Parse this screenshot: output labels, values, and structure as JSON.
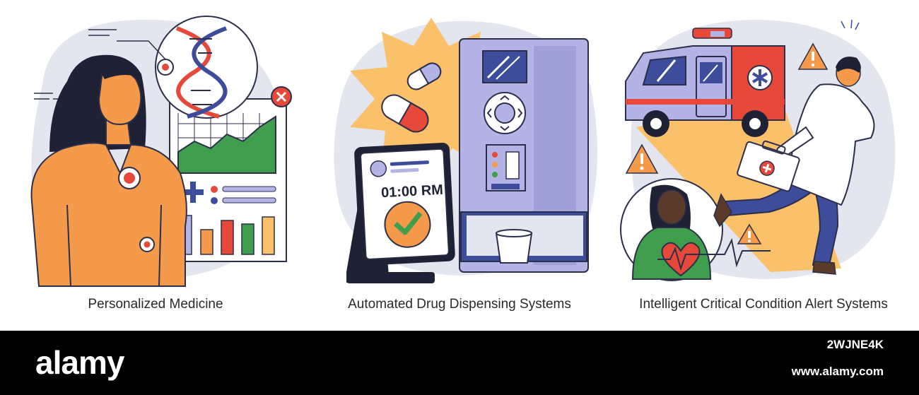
{
  "panels": [
    {
      "caption": "Personalized Medicine"
    },
    {
      "caption": "Automated Drug Dispensing Systems",
      "screen_time": "01:00 RM"
    },
    {
      "caption": "Intelligent Critical Condition Alert Systems"
    }
  ],
  "watermark": {
    "brand": "alamy",
    "image_id": "2WJNE4K",
    "site": "www.alamy.com"
  },
  "colors": {
    "outline": "#2b2f4a",
    "orange": "#f59a4a",
    "lavender": "#b3b3e6",
    "navy": "#3d4d9c",
    "red": "#e6493a",
    "green": "#3f9d4d",
    "yellow": "#fbc06a",
    "bg_blob": "#e3e5ef"
  }
}
